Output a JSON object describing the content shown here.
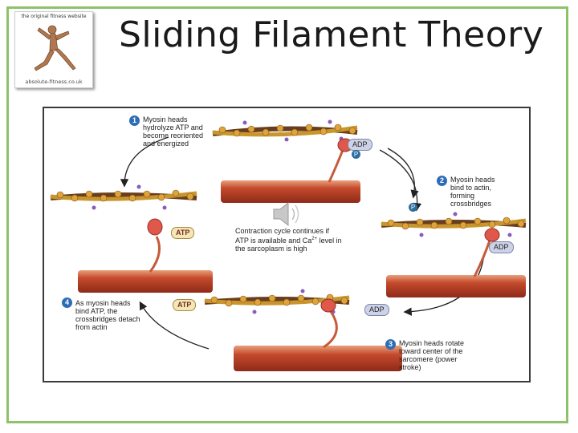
{
  "slide": {
    "title": "Sliding Filament Theory",
    "logo": {
      "top_text": "the original fitness website",
      "bottom_text": "absolute-fitness.co.uk"
    }
  },
  "diagram": {
    "steps": [
      {
        "number": "1",
        "text": [
          "Myosin heads",
          "hydrolyze ATP and",
          "become reoriented",
          "and energized"
        ]
      },
      {
        "number": "2",
        "text": [
          "Myosin heads",
          "bind to actin,",
          "forming",
          "crossbridges"
        ]
      },
      {
        "number": "3",
        "text": [
          "Myosin heads rotate",
          "toward center of the",
          "sarcomere (power",
          "stroke)"
        ]
      },
      {
        "number": "4",
        "text": [
          "As myosin heads",
          "bind ATP, the",
          "crossbridges detach",
          "from actin"
        ]
      }
    ],
    "center_text": {
      "line1": "Contraction cycle continues if",
      "line2a": "ATP is available and Ca",
      "line2_sup": "2+",
      "line2b": " level in",
      "line3": "the sarcoplasm is high"
    },
    "tags": {
      "adp_top": "ADP",
      "adp_right": "ADP",
      "adp_bottom": "ADP",
      "atp_left": "ATP",
      "atp_bottom": "ATP",
      "p_top": "P",
      "p_right": "P"
    },
    "speaker_icon": "speaker-icon"
  }
}
